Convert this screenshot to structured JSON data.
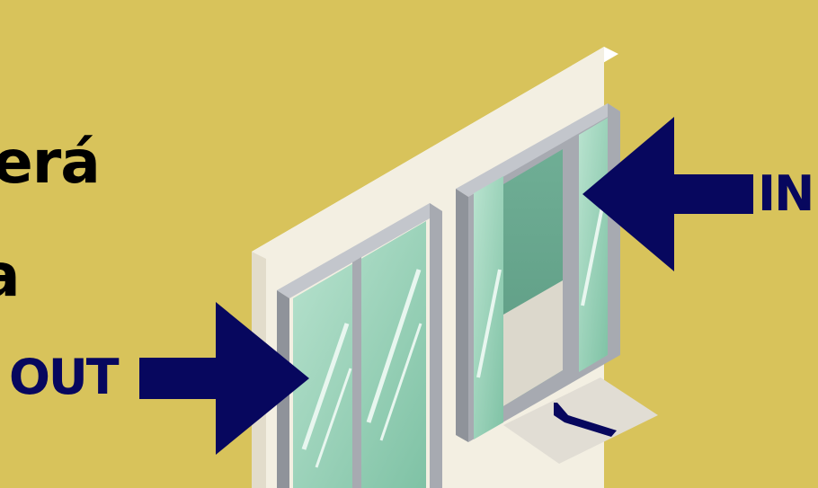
{
  "text_fragments": [
    "erá",
    "a"
  ],
  "labels": {
    "out": "OUT",
    "in": "IN"
  },
  "colors": {
    "background": "#d8c35b",
    "arrow": "#07075e",
    "wall": "#f3efe2",
    "frame": "#a7aab1",
    "glass": "#9fd6bd",
    "mat": "#e1ddd4"
  },
  "icons": [
    "out-arrow-icon",
    "in-arrow-icon",
    "floor-direction-arrow-icon",
    "sliding-doors-illustration"
  ]
}
